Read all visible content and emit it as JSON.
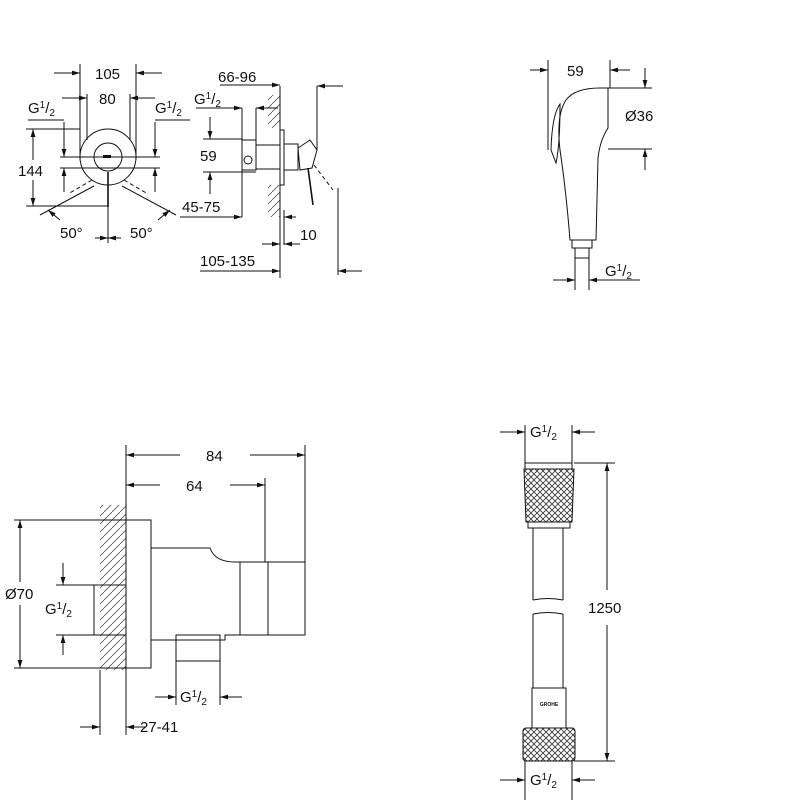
{
  "thread": {
    "g": "G",
    "num": "1",
    "den": "2"
  },
  "valve": {
    "width_outer": "105",
    "width_inner": "80",
    "height": "144",
    "angle_left": "50°",
    "angle_right": "50°",
    "depth_range": "45-75",
    "wall_range": "66-96",
    "body_height": "59",
    "offset": "10",
    "total_range": "105-135"
  },
  "hand_shower": {
    "length": "59",
    "diameter": "Ø36"
  },
  "wall_outlet": {
    "depth_outer": "84",
    "depth_inner": "64",
    "diameter": "Ø70",
    "wall_range": "27-41"
  },
  "hose": {
    "length": "1250",
    "logo": "GROHE"
  }
}
